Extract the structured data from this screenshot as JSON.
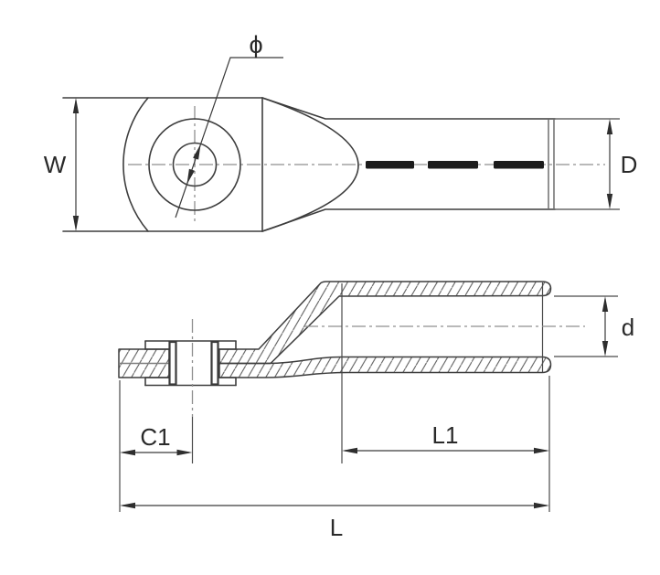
{
  "diagram": {
    "labels": {
      "hole_diameter": "ϕ",
      "palm_width": "W",
      "barrel_outer_diameter": "D",
      "barrel_inner_diameter": "d",
      "palm_offset": "C1",
      "barrel_length": "L1",
      "overall_length": "L"
    }
  }
}
